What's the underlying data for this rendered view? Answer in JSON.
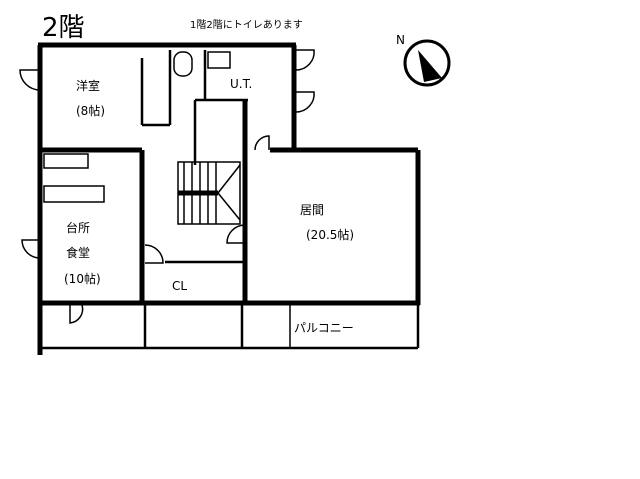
{
  "floor_title": "2階",
  "note": "1階2階にトイレあります",
  "rooms": {
    "western_room": {
      "name": "洋室",
      "size": "(8帖)"
    },
    "utility": {
      "name": "U.T."
    },
    "kitchen": {
      "name": "台所",
      "name2": "食堂",
      "size": "(10帖)"
    },
    "living": {
      "name": "居間",
      "size": "(20.5帖)"
    },
    "closet": {
      "name": "CL"
    },
    "balcony": {
      "name": "パルコニー"
    }
  },
  "compass": {
    "label": "N",
    "icon": "north-arrow-icon"
  }
}
